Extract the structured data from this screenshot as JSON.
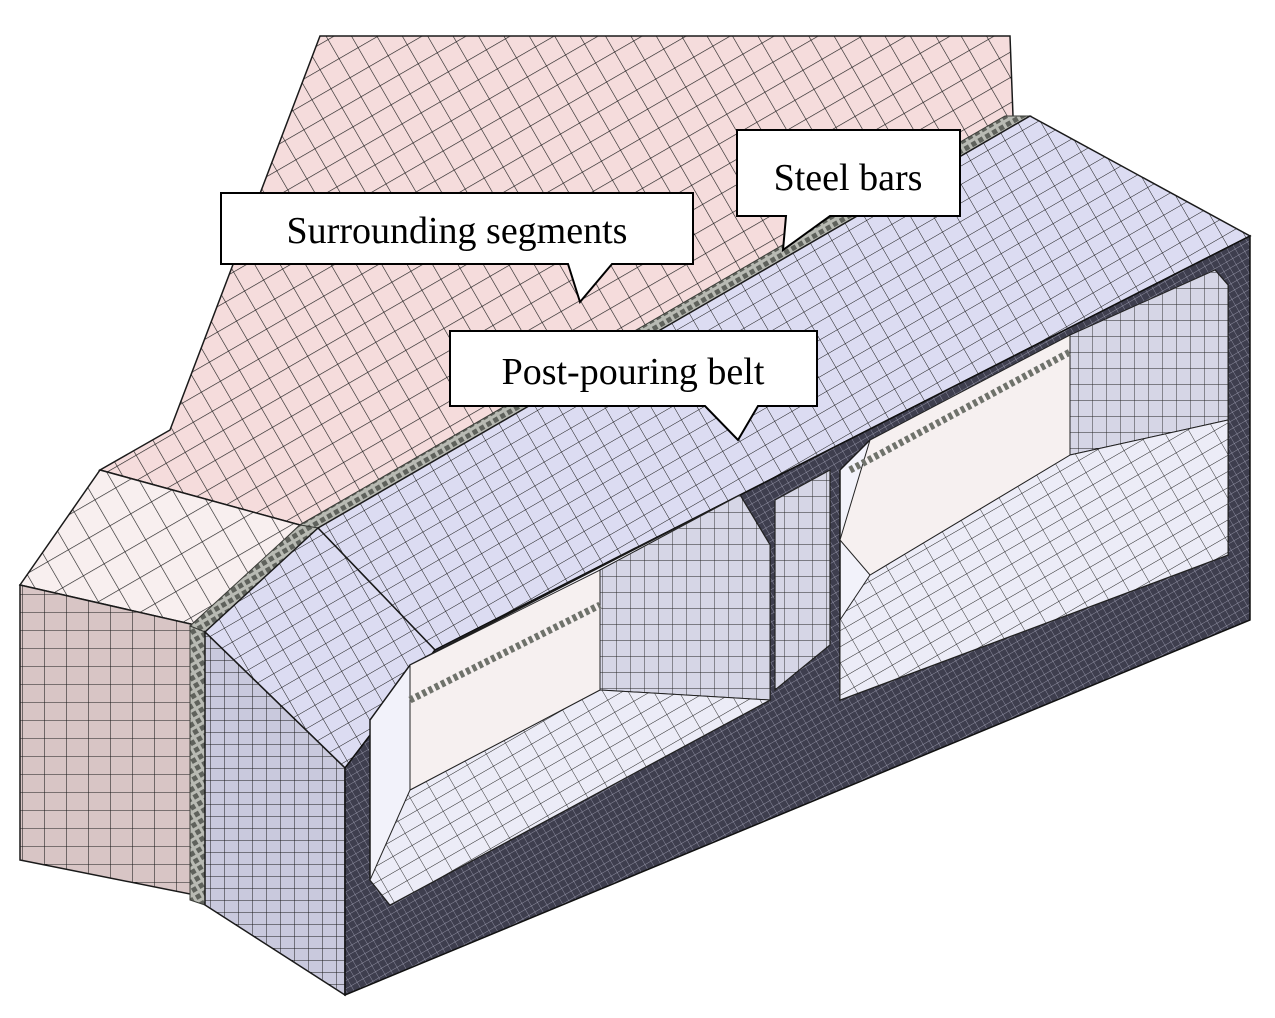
{
  "figure": {
    "callouts": {
      "surrounding": "Surrounding segments",
      "steel": "Steel bars",
      "belt": "Post-pouring belt"
    }
  },
  "colors": {
    "segment_top": "#f5dcdc",
    "segment_chamfer": "#f7eeee",
    "segment_side": "#d8c5c5",
    "belt_top": "#dcdcf2",
    "belt_face": "#c9c9dd",
    "belt_cross_section": "#484858",
    "belt_inner_floor": "#e9e9f6",
    "mesh_line": "#1a1a1a",
    "steel_bars": "#7b7d78"
  }
}
